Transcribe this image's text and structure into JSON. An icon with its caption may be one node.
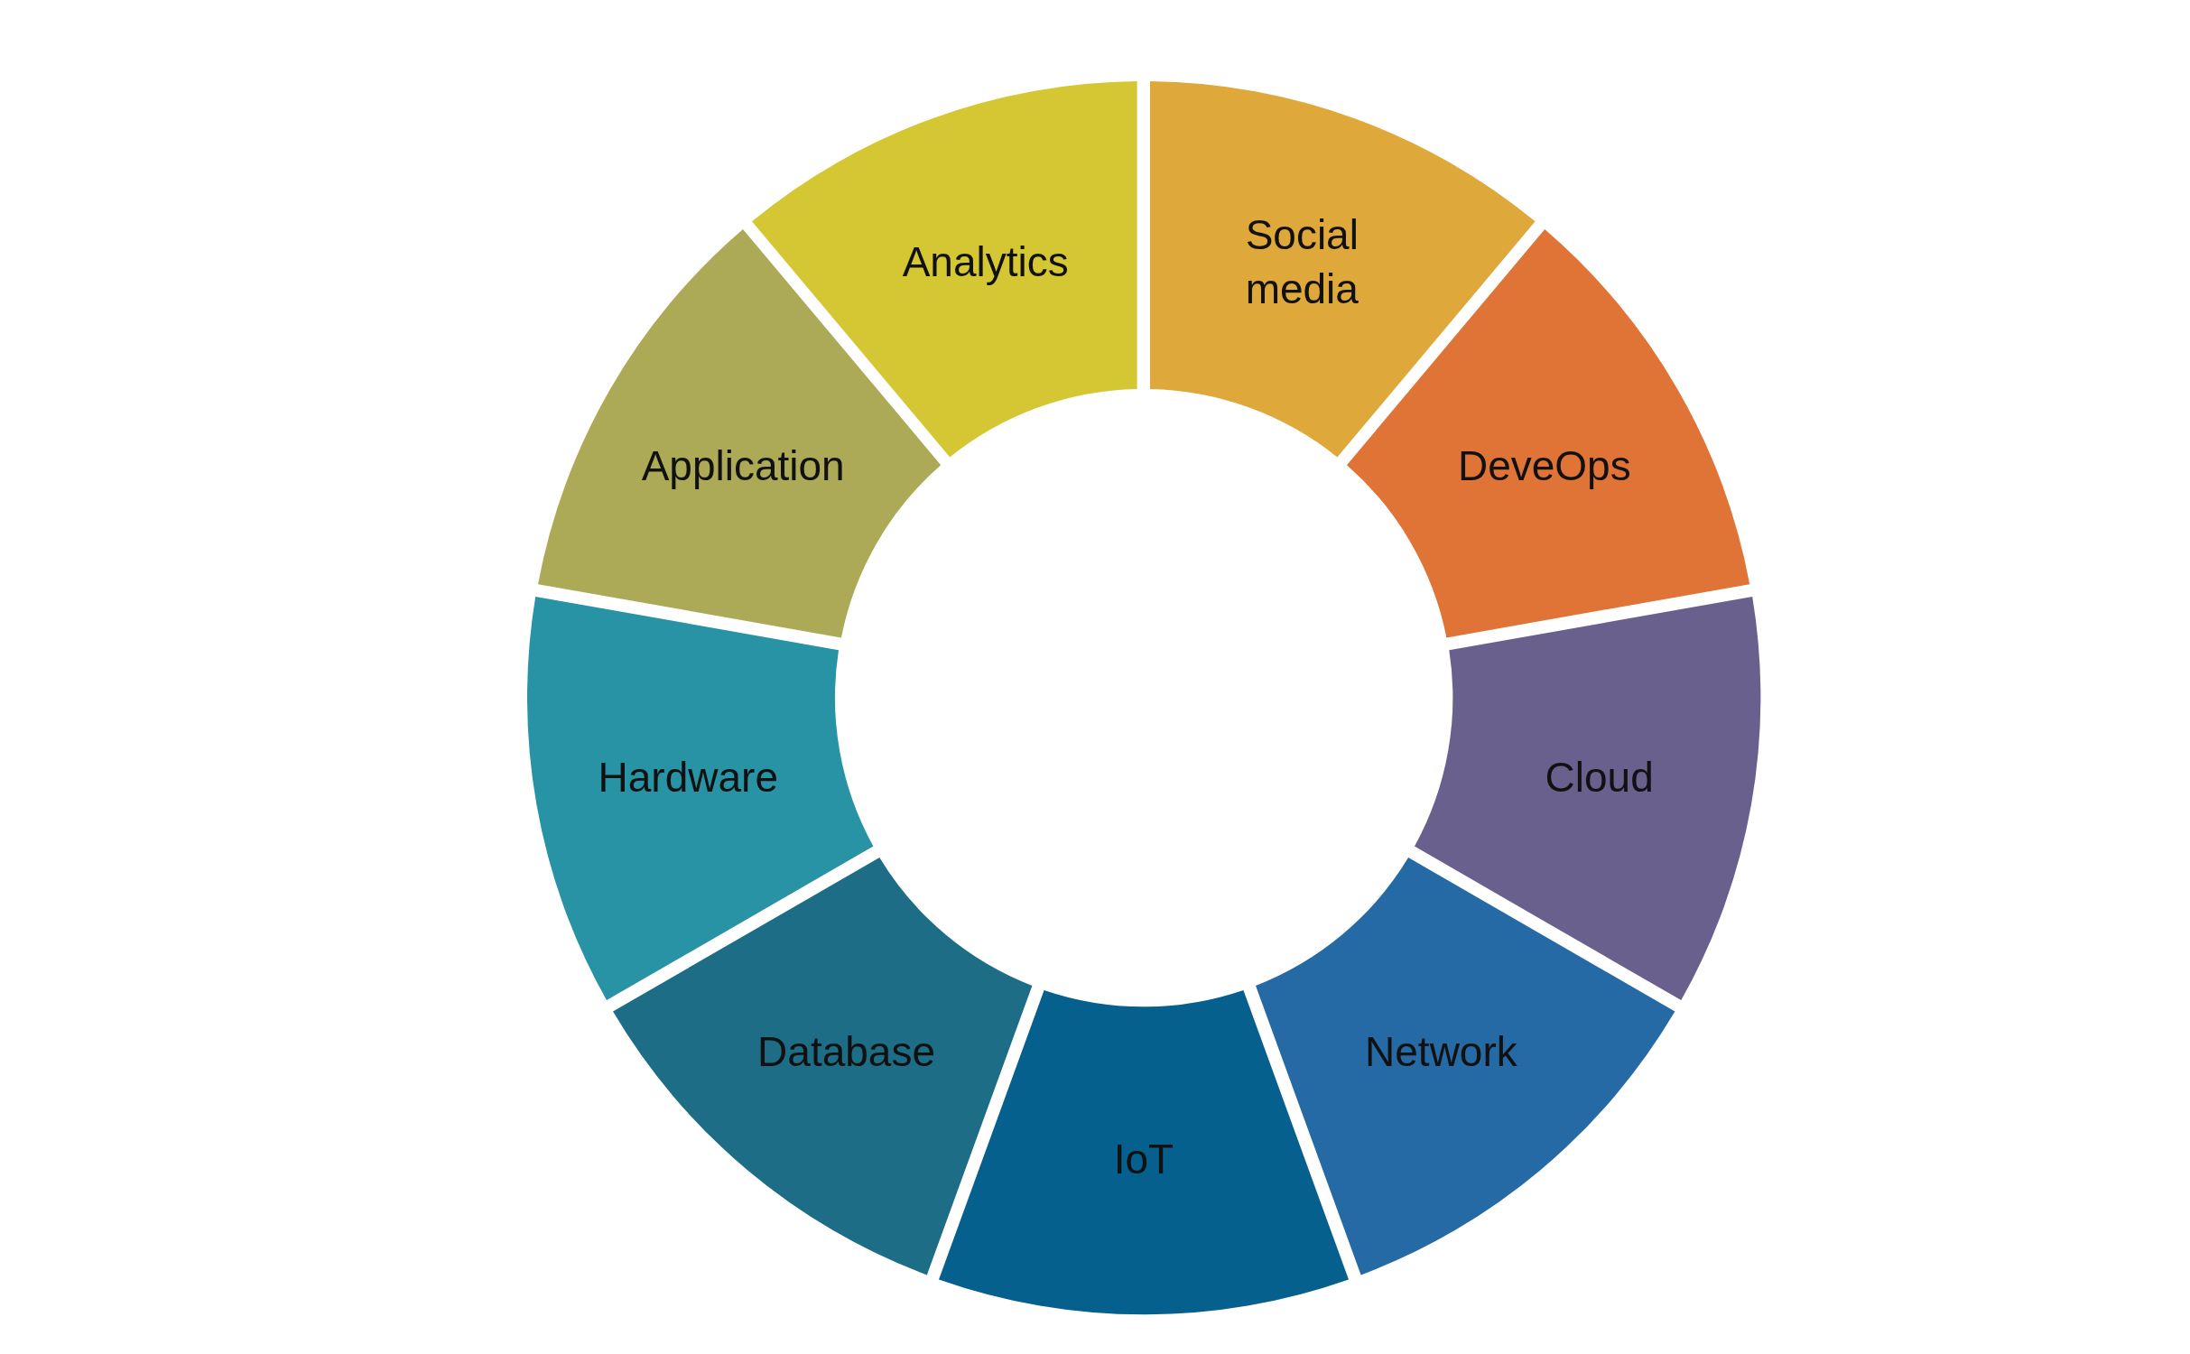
{
  "diagram": {
    "nodes": [
      {
        "text": [
          "Analytics"
        ]
      },
      {
        "text": [
          "Social media"
        ]
      },
      {
        "text": [
          "DeveOps"
        ]
      },
      {
        "text": [
          "Cloud"
        ]
      },
      {
        "text": [
          "Network"
        ]
      },
      {
        "text": [
          "IoT"
        ]
      },
      {
        "text": [
          "Database"
        ]
      },
      {
        "text": [
          "Hardware"
        ]
      },
      {
        "text": [
          "Application"
        ]
      }
    ]
  }
}
